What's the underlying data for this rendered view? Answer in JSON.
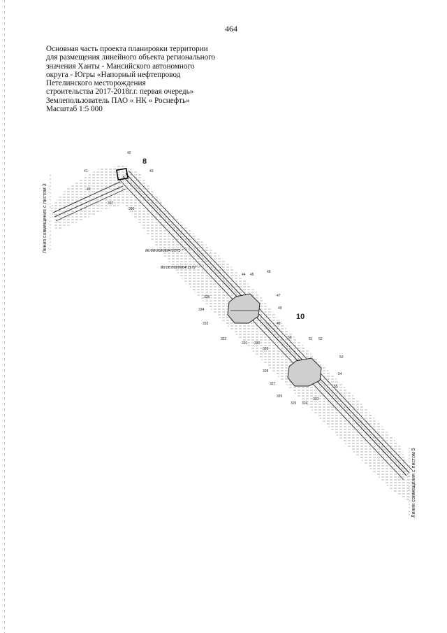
{
  "page_number": "464",
  "header": {
    "lines": [
      "Основная часть проекта планировки территории",
      "для размещения линейного объекта регионального",
      "значения Ханты - Мансийского автономного",
      "округа - Югры «Напорный нефтепровод",
      "Петелинского месторождения",
      "строительства 2017-2018г.г. первая очередь»",
      "Землепользователь ПАО « НК « Роснефть»",
      "Масштаб 1:5 000"
    ]
  },
  "map": {
    "junction_left": "Линия совмещения с листом 3",
    "junction_right": "Линия совмещения с листом 5",
    "cadastral_1": "86:08:0020904:1071",
    "cadastral_2": "86:08:0020904:1172",
    "section_labels": [
      "8",
      "10"
    ],
    "points": [
      "42",
      "41",
      "43",
      "40",
      "337",
      "336",
      "44",
      "45",
      "46",
      "47",
      "48",
      "335",
      "334",
      "333",
      "332",
      "331",
      "330",
      "329",
      "49",
      "50",
      "51",
      "52",
      "53",
      "54",
      "55",
      "328",
      "327",
      "326",
      "325",
      "324",
      "323"
    ]
  }
}
